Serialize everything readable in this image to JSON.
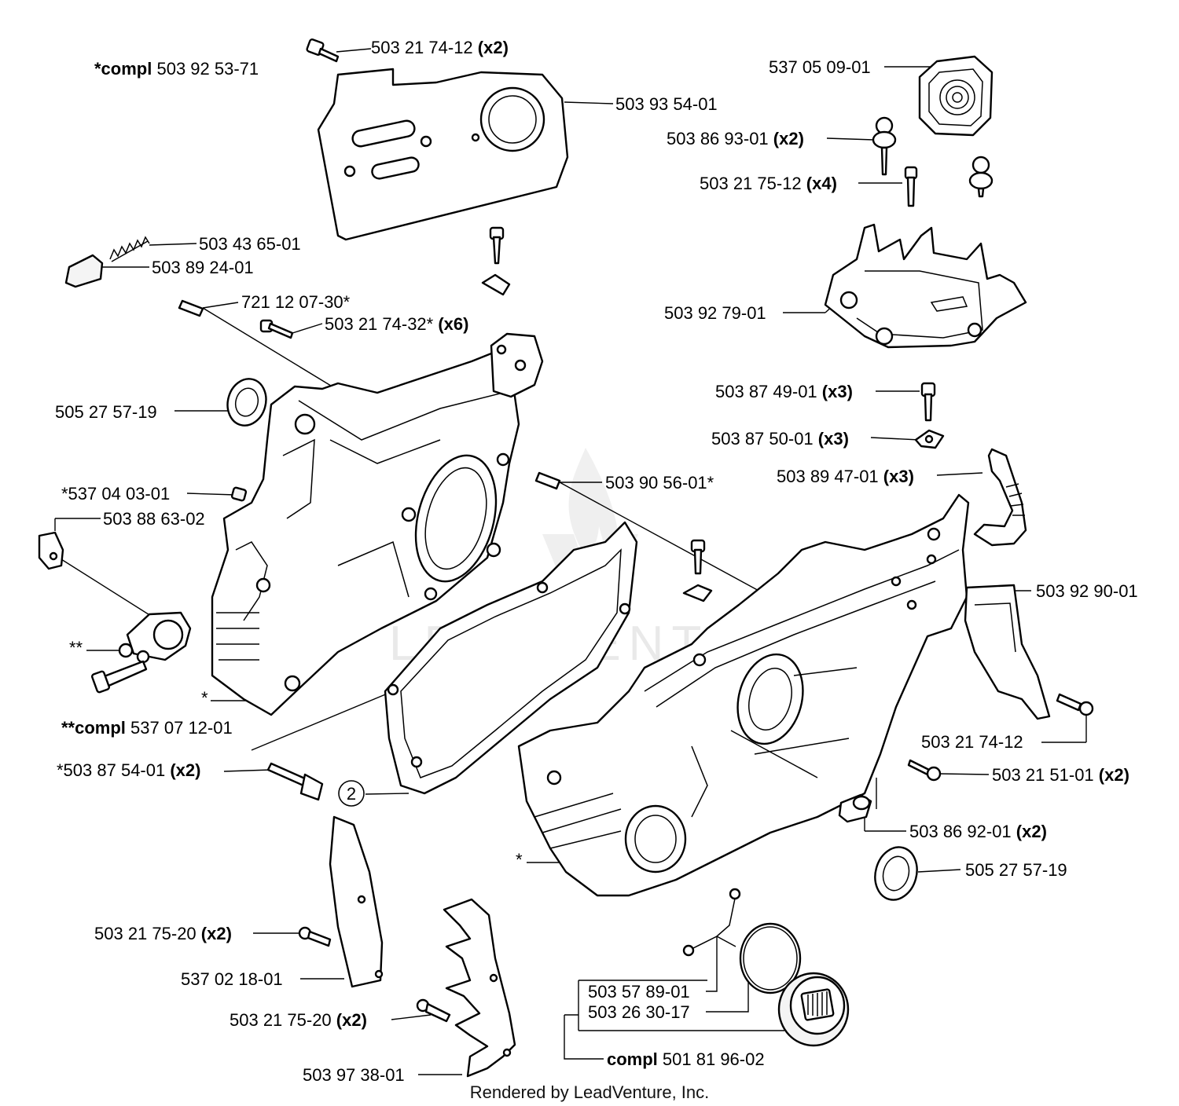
{
  "labels": {
    "guide_bar_screw": {
      "num": "503 21 74-12",
      "qty": "(x2)"
    },
    "clutch_cover_compl": {
      "prefix": "*compl",
      "num": "503 92 53-71"
    },
    "clutch_cover": {
      "num": "503 93 54-01"
    },
    "spring": {
      "num": "503 43 65-01"
    },
    "spring_cap": {
      "num": "503 89 24-01"
    },
    "pin_top": {
      "num": "721 12 07-30*"
    },
    "crankcase_screw": {
      "num": "503 21 74-32*",
      "qty": "(x6)"
    },
    "seal_left": {
      "num": "505 27 57-19"
    },
    "nipple": {
      "num": "*537 04 03-01"
    },
    "tensioner_plate": {
      "num": "503 88 63-02"
    },
    "pin_mid": {
      "num": "503 90 56-01*"
    },
    "tensioner": {
      "num": "**"
    },
    "crankcase_left_star": {
      "num": "*"
    },
    "tensioner_compl": {
      "prefix": "**compl",
      "num": "537 07 12-01"
    },
    "bar_bolt": {
      "num": "*503 87 54-01",
      "qty": "(x2)"
    },
    "gasket_callout": {
      "num": "2"
    },
    "filter_cover": {
      "num": "537 05 09-01"
    },
    "grommet": {
      "num": "503 86 93-01",
      "qty": "(x2)"
    },
    "carb_screw": {
      "num": "503 21 75-12",
      "qty": "(x4)"
    },
    "carb_holder": {
      "num": "503 92 79-01"
    },
    "av_screw": {
      "num": "503 87 49-01",
      "qty": "(x3)"
    },
    "av_washer": {
      "num": "503 87 50-01",
      "qty": "(x3)"
    },
    "av_spring_holder": {
      "num": "503 89 47-01",
      "qty": "(x3)"
    },
    "heat_shield": {
      "num": "503 92 90-01"
    },
    "shield_screw": {
      "num": "503 21 74-12"
    },
    "crankcase_screw_b": {
      "num": "503 21 51-01",
      "qty": "(x2)"
    },
    "damper": {
      "num": "503 86 92-01",
      "qty": "(x2)"
    },
    "seal_right": {
      "num": "505 27 57-19"
    },
    "crankcase_right_star": {
      "num": "*"
    },
    "guard_screw": {
      "num": "503 21 75-20",
      "qty": "(x2)"
    },
    "chain_guard": {
      "num": "537 02 18-01"
    },
    "spike_screw": {
      "num": "503 21 75-20",
      "qty": "(x2)"
    },
    "bumper_spike": {
      "num": "503 97 38-01"
    },
    "fuel_pickup": {
      "num": "503 57 89-01"
    },
    "o_ring": {
      "num": "503 26 30-17"
    },
    "fuel_cap_compl": {
      "prefix": "compl",
      "num": "501 81 96-02"
    }
  },
  "watermark": "LEADVENTURE",
  "footer": "Rendered by LeadVenture, Inc."
}
